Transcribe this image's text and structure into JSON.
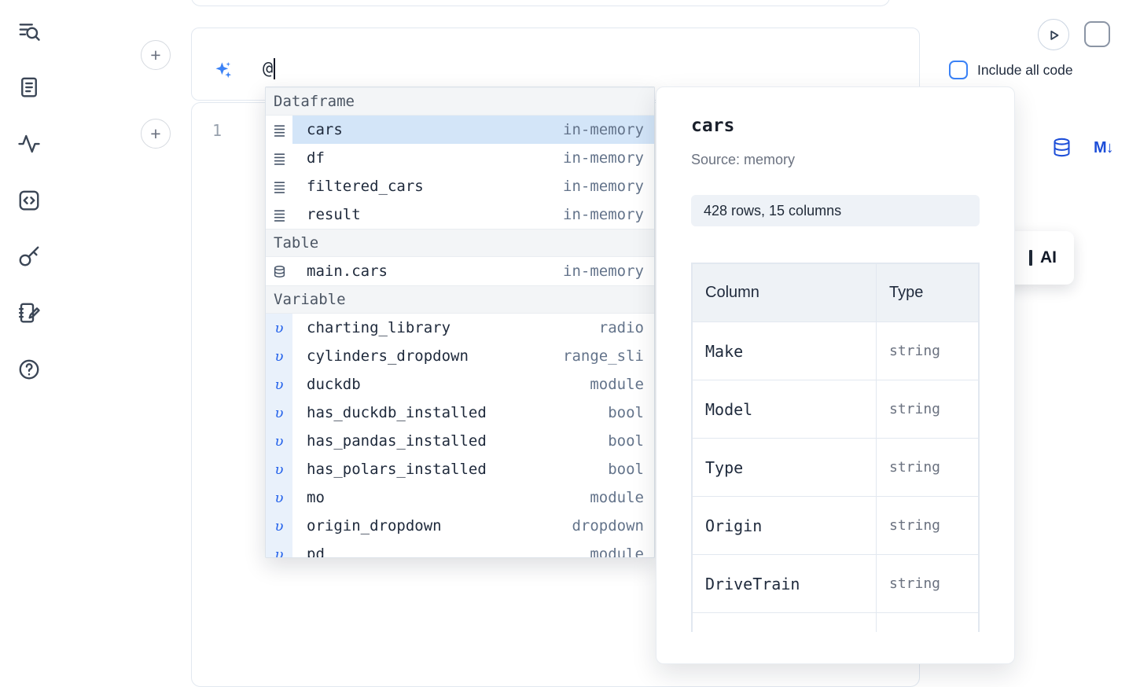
{
  "colors": {
    "accent_blue": "#3b82f6",
    "icon_blue": "#1d4ed8",
    "selection_blue": "#d3e5f8",
    "variable_gutter_blue": "#e9f1fb",
    "section_header_bg": "#f3f5f7",
    "border_gray": "#e2e8f0",
    "text_dark": "#1e293b",
    "text_gray": "#64748b"
  },
  "sidebar": {
    "icons": [
      "table-of-contents-search",
      "document",
      "activity",
      "snippets",
      "keys",
      "scratchpad",
      "help"
    ]
  },
  "toolbar": {
    "add_cell_label": "+"
  },
  "prompt": {
    "value": "@",
    "include_all_code_label": "Include all code"
  },
  "cell": {
    "line_number": "1",
    "markdown_icon_label": "M↓"
  },
  "autocomplete": {
    "variable_glyph": "υ",
    "sections": [
      {
        "label": "Dataframe",
        "items": [
          {
            "name": "cars",
            "detail": "in-memory",
            "selected": true
          },
          {
            "name": "df",
            "detail": "in-memory"
          },
          {
            "name": "filtered_cars",
            "detail": "in-memory"
          },
          {
            "name": "result",
            "detail": "in-memory"
          }
        ]
      },
      {
        "label": "Table",
        "items": [
          {
            "name": "main.cars",
            "detail": "in-memory"
          }
        ]
      },
      {
        "label": "Variable",
        "items": [
          {
            "name": "charting_library",
            "detail": "radio"
          },
          {
            "name": "cylinders_dropdown",
            "detail": "range_sli"
          },
          {
            "name": "duckdb",
            "detail": "module"
          },
          {
            "name": "has_duckdb_installed",
            "detail": "bool"
          },
          {
            "name": "has_pandas_installed",
            "detail": "bool"
          },
          {
            "name": "has_polars_installed",
            "detail": "bool"
          },
          {
            "name": "mo",
            "detail": "module"
          },
          {
            "name": "origin_dropdown",
            "detail": "dropdown"
          },
          {
            "name": "pd",
            "detail": "module"
          }
        ]
      }
    ]
  },
  "preview": {
    "title": "cars",
    "source": "Source: memory",
    "shape_badge": "428 rows, 15 columns",
    "table": {
      "headers": [
        "Column",
        "Type"
      ],
      "rows": [
        [
          "Make",
          "string"
        ],
        [
          "Model",
          "string"
        ],
        [
          "Type",
          "string"
        ],
        [
          "Origin",
          "string"
        ],
        [
          "DriveTrain",
          "string"
        ],
        [
          "",
          ""
        ]
      ]
    }
  },
  "ai_button": {
    "label": "AI"
  }
}
